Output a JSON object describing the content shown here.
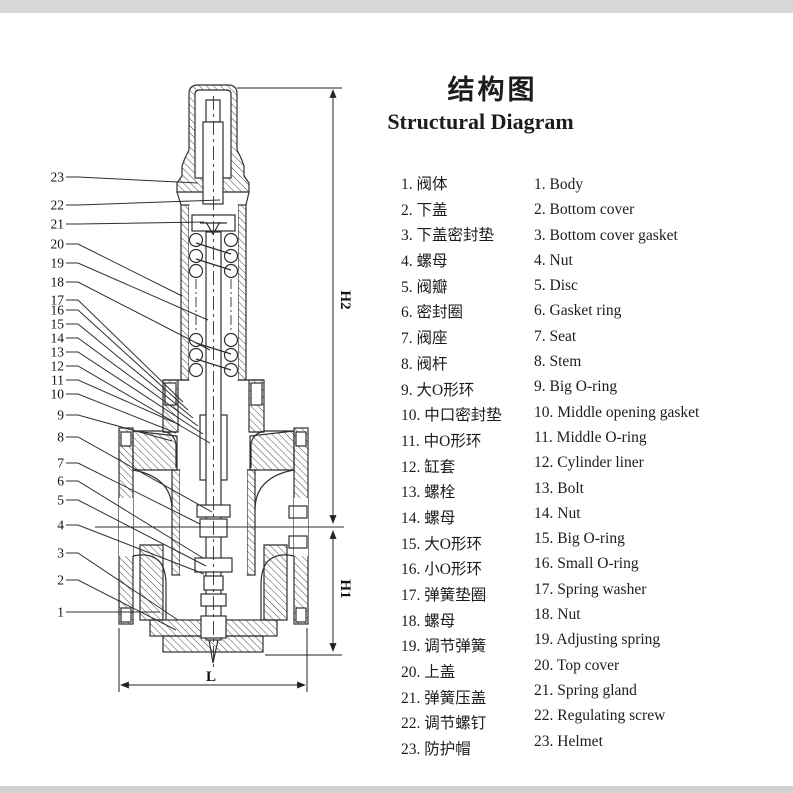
{
  "titles": {
    "zh": "结构图",
    "en": "Structural Diagram"
  },
  "parts": [
    {
      "num": "1",
      "zh": "阀体",
      "en": "Body"
    },
    {
      "num": "2",
      "zh": "下盖",
      "en": "Bottom cover"
    },
    {
      "num": "3",
      "zh": "下盖密封垫",
      "en": "Bottom cover gasket"
    },
    {
      "num": "4",
      "zh": "螺母",
      "en": "Nut"
    },
    {
      "num": "5",
      "zh": "阀瓣",
      "en": "Disc"
    },
    {
      "num": "6",
      "zh": "密封圈",
      "en": "Gasket ring"
    },
    {
      "num": "7",
      "zh": "阀座",
      "en": "Seat"
    },
    {
      "num": "8",
      "zh": "阀杆",
      "en": "Stem"
    },
    {
      "num": "9",
      "zh": "大O形环",
      "en": "Big O-ring"
    },
    {
      "num": "10",
      "zh": "中口密封垫",
      "en": "Middle opening gasket"
    },
    {
      "num": "11",
      "zh": "中O形环",
      "en": "Middle O-ring"
    },
    {
      "num": "12",
      "zh": "缸套",
      "en": "Cylinder liner"
    },
    {
      "num": "13",
      "zh": "螺栓",
      "en": "Bolt"
    },
    {
      "num": "14",
      "zh": "螺母",
      "en": "Nut"
    },
    {
      "num": "15",
      "zh": "大O形环",
      "en": "Big O-ring"
    },
    {
      "num": "16",
      "zh": "小O形环",
      "en": "Small O-ring"
    },
    {
      "num": "17",
      "zh": "弹簧垫圈",
      "en": "Spring washer"
    },
    {
      "num": "18",
      "zh": "螺母",
      "en": "Nut"
    },
    {
      "num": "19",
      "zh": "调节弹簧",
      "en": "Adjusting spring"
    },
    {
      "num": "20",
      "zh": "上盖",
      "en": "Top cover"
    },
    {
      "num": "21",
      "zh": "弹簧压盖",
      "en": "Spring gland"
    },
    {
      "num": "22",
      "zh": "调节螺钉",
      "en": "Regulating screw"
    },
    {
      "num": "23",
      "zh": "防护帽",
      "en": "Helmet"
    }
  ],
  "diagram": {
    "callouts": [
      "23",
      "22",
      "21",
      "20",
      "19",
      "18",
      "17",
      "16",
      "15",
      "14",
      "13",
      "12",
      "11",
      "10",
      "9",
      "8",
      "7",
      "6",
      "5",
      "4",
      "3",
      "2",
      "1"
    ],
    "dimensions": {
      "h2": "H2",
      "h1": "H1",
      "l": "L"
    },
    "line_color": "#2f2f2f"
  }
}
